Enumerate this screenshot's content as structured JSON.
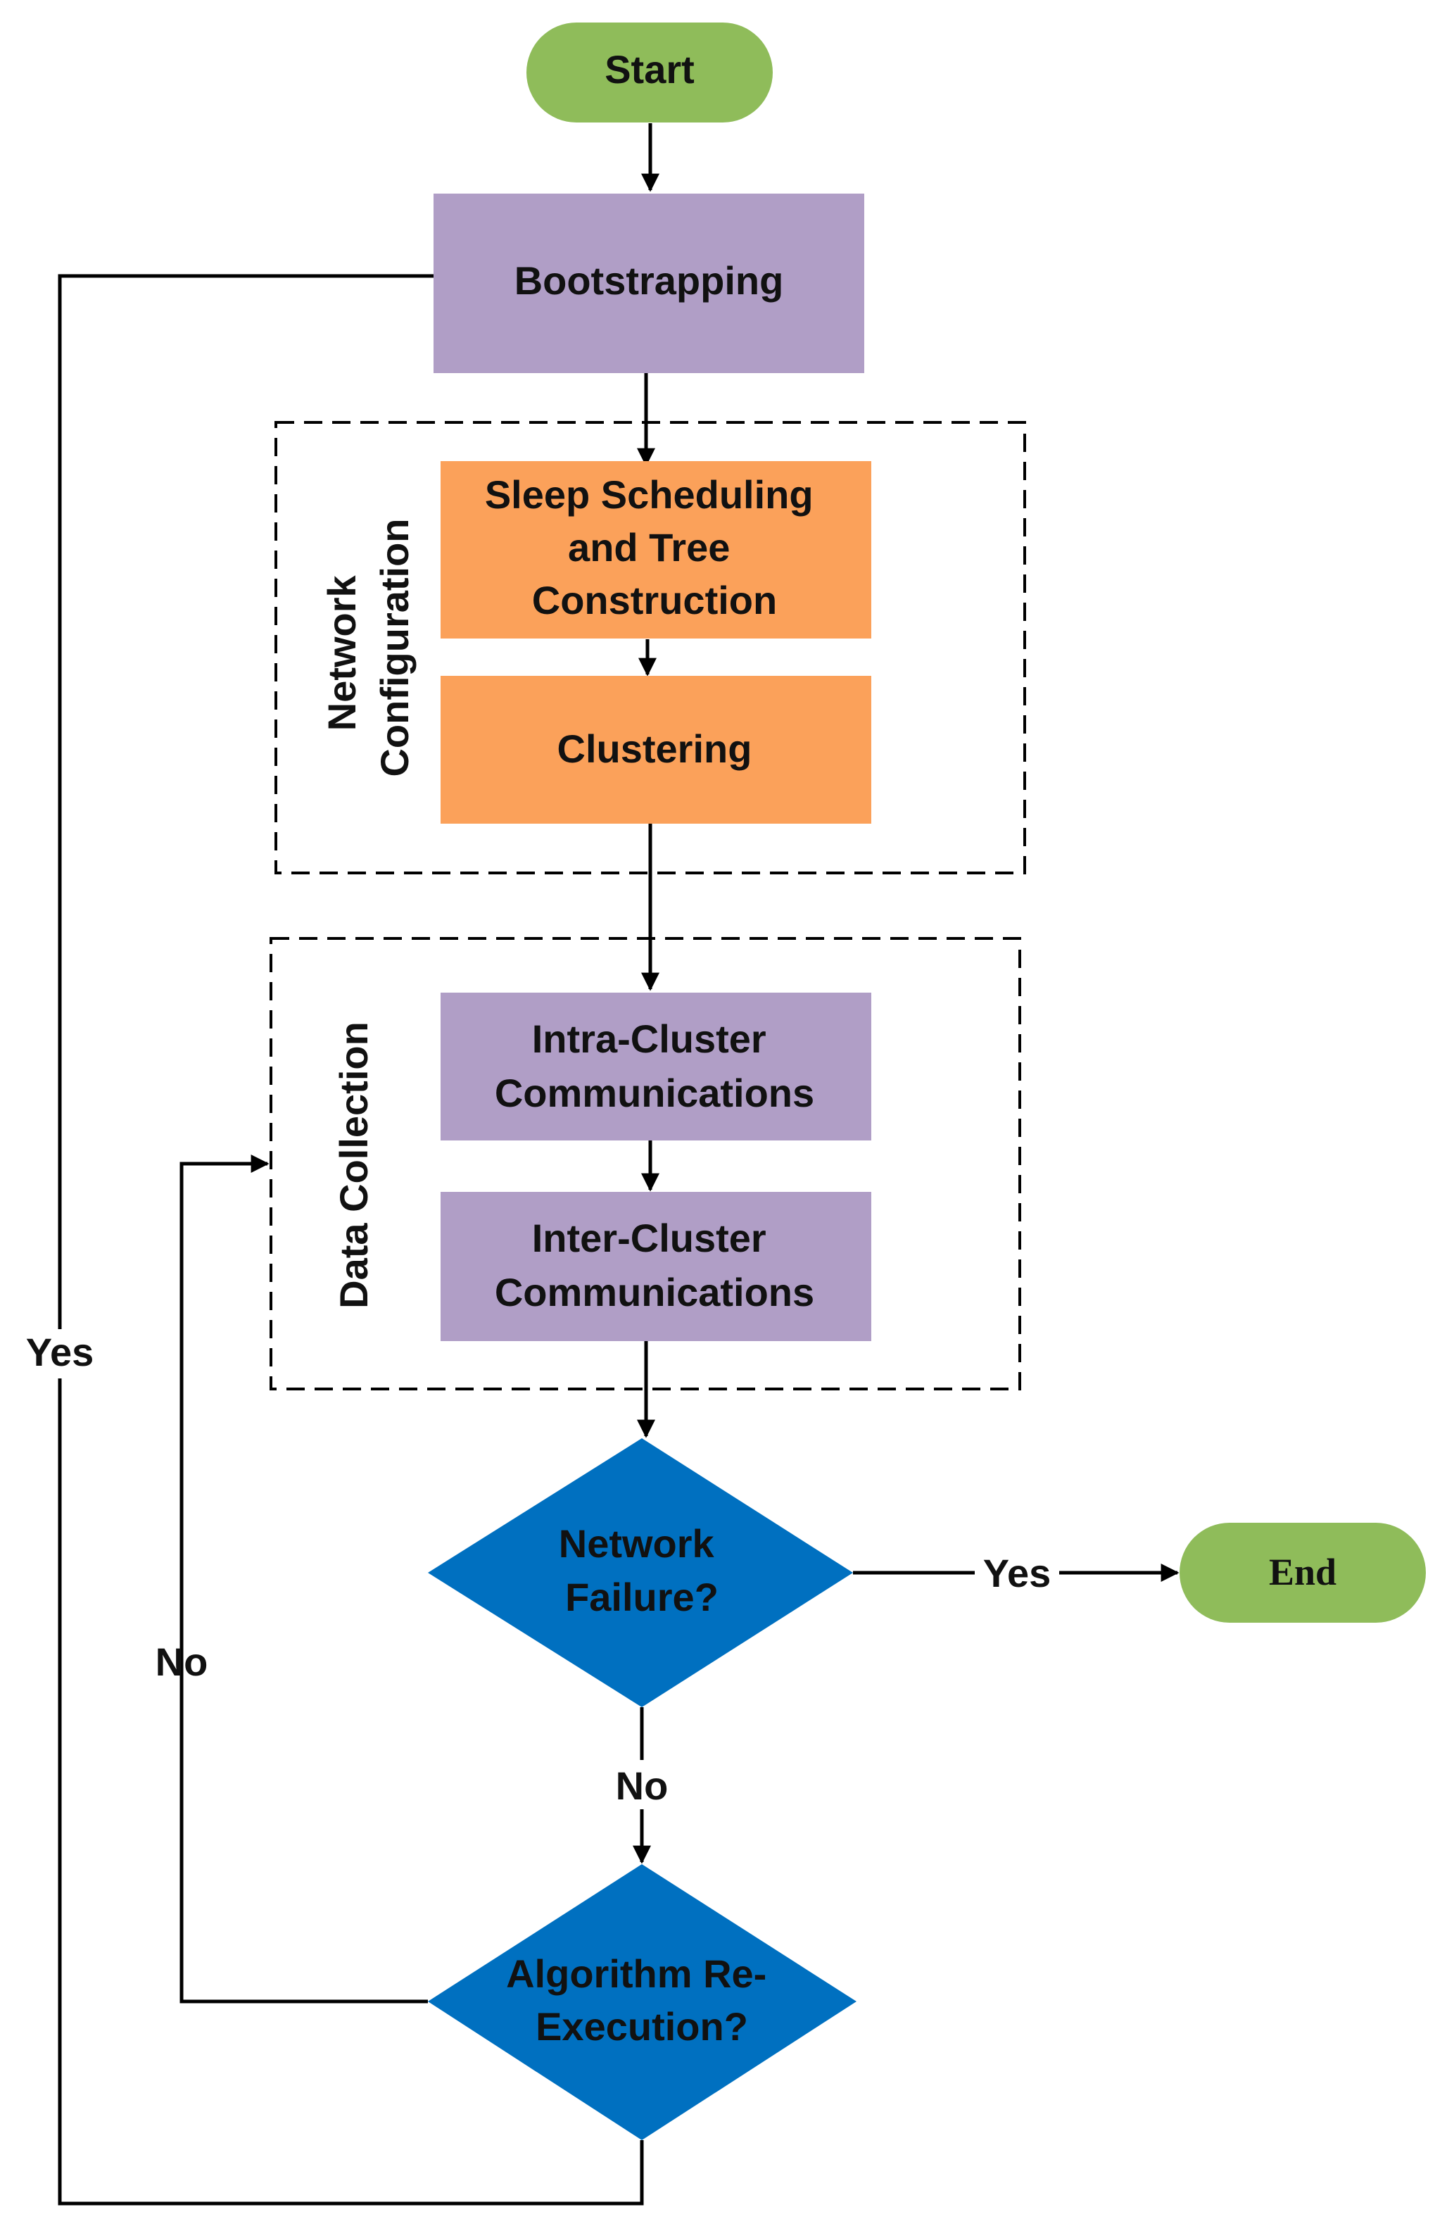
{
  "colors": {
    "terminal": "#8fbc5a",
    "process_purple": "#b09ec6",
    "process_orange": "#fba15a",
    "decision": "#0070c0",
    "line": "#000000"
  },
  "nodes": {
    "start": "Start",
    "bootstrapping": "Bootstrapping",
    "sleep_scheduling": [
      "Sleep Scheduling",
      "and Tree",
      "Construction"
    ],
    "clustering": "Clustering",
    "intra_cluster": [
      "Intra-Cluster",
      "Communications"
    ],
    "inter_cluster": [
      "Inter-Cluster",
      "Communications"
    ],
    "network_failure": [
      "Network",
      "Failure?"
    ],
    "algorithm_reexecution": [
      "Algorithm Re-",
      "Execution?"
    ],
    "end": "End"
  },
  "groups": {
    "network_configuration": [
      "Network",
      "Configuration"
    ],
    "data_collection": "Data Collection"
  },
  "edge_labels": {
    "failure_yes": "Yes",
    "failure_no": "No",
    "reexec_no": "No",
    "reexec_yes": "Yes"
  }
}
